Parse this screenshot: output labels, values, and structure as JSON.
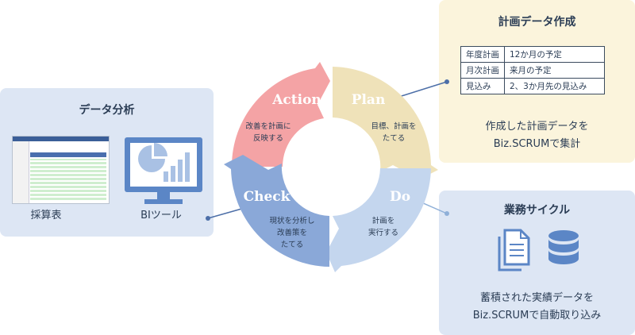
{
  "analysis": {
    "title": "データ分析",
    "item1": "採算表",
    "item2": "BIツール"
  },
  "plan": {
    "title": "計画データ作成",
    "rows": [
      {
        "k": "年度計画",
        "v": "12か月の予定"
      },
      {
        "k": "月次計画",
        "v": "来月の予定"
      },
      {
        "k": "見込み",
        "v": "2、3か月先の見込み"
      }
    ],
    "caption1": "作成した計画データを",
    "caption2": "Biz.SCRUMで集計"
  },
  "ops": {
    "title": "業務サイクル",
    "caption1": "蓄積された実績データを",
    "caption2": "Biz.SCRUMで自動取り込み"
  },
  "cycle": {
    "action": {
      "label": "Action",
      "line1": "改善を計画に",
      "line2": "反映する",
      "color": "#f4a3a5"
    },
    "plan": {
      "label": "Plan",
      "line1": "目標、計画を",
      "line2": "たてる",
      "color": "#efe2b9"
    },
    "do": {
      "label": "Do",
      "line1": "計画を",
      "line2": "実行する",
      "color": "#c4d6ee"
    },
    "check": {
      "label": "Check",
      "line1": "現状を分析し",
      "line2": "改善策を",
      "line3": "たてる",
      "color": "#8aa8d8"
    }
  },
  "icons": [
    "spreadsheet-thumbnail",
    "bi-monitor-icon",
    "documents-icon",
    "database-icon"
  ]
}
